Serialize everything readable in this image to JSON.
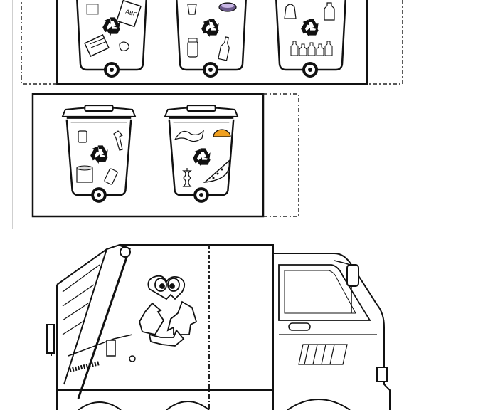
{
  "worksheet": {
    "top_row": {
      "bins": [
        {
          "theme": "paper",
          "label": "ABC",
          "items": [
            "newspaper-icon",
            "book-icon",
            "crumpled-paper-icon",
            "box-icon"
          ]
        },
        {
          "theme": "glass",
          "items": [
            "cup-icon",
            "bowl-icon",
            "jar-icon",
            "bottle-icon"
          ]
        },
        {
          "theme": "plastic",
          "items": [
            "bag-icon",
            "bottle-icon",
            "bottles-icon"
          ]
        }
      ]
    },
    "middle_row": {
      "bins": [
        {
          "theme": "metal",
          "items": [
            "can-icon",
            "opener-icon",
            "tin-icon",
            "can-icon"
          ]
        },
        {
          "theme": "organic",
          "items": [
            "banana-peel-icon",
            "orange-slice-icon",
            "apple-core-icon",
            "watermelon-slice-icon"
          ]
        }
      ]
    },
    "truck": {
      "emblem": "recycling-mascot-icon"
    },
    "colors": {
      "line": "#111111",
      "dash": "#222222",
      "paper": "#ffffff",
      "shade": "#d9d9d9"
    }
  }
}
